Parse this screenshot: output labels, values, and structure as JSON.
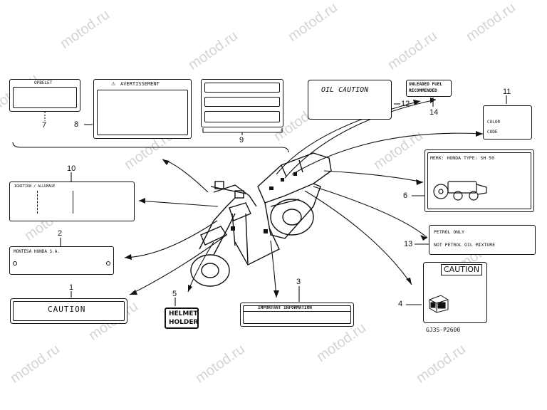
{
  "watermark": "motod.ru",
  "callouts": {
    "n1": "1",
    "n2": "2",
    "n3": "3",
    "n4": "4",
    "n5": "5",
    "n6": "6",
    "n7": "7",
    "n8": "8",
    "n9": "9",
    "n10": "10",
    "n11": "11",
    "n12": "12",
    "n13": "13",
    "n14": "14"
  },
  "labels": {
    "opbelet": "OPBELET",
    "avertissement": "AVERTISSEMENT",
    "oil_caution": "OIL CAUTION",
    "unleaded_line1": "UNLEADED FUEL",
    "unleaded_line2": "RECOMMENDED",
    "color_line1": "COLOR",
    "color_line2": "CODE",
    "ignition": "IGNITION / ALLUMAGE",
    "merk": "MERK: HONDA TYPE: SH 50",
    "montesa": "MONTESA HONDA S.A.",
    "petrol_only": "PETROL ONLY",
    "not_petrol": "NOT PETROL OIL MIXTURE",
    "caution_small": "CAUTION",
    "caution_big": "CAUTION",
    "helmet_line1": "HELMET",
    "helmet_line2": "HOLDER",
    "important": "IMPORTANT INFORMATION"
  },
  "diagram_code": "GJ3S-P2600",
  "icons": [
    "warning-triangle-icon",
    "scooter-icon",
    "fuel-can-icon",
    "scooter-diagram"
  ]
}
